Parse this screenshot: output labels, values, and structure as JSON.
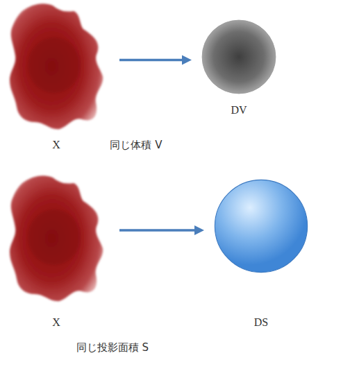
{
  "diagram": {
    "nodes": [
      {
        "text": [
          "X"
        ]
      },
      {
        "text": [
          "DV"
        ]
      },
      {
        "text": [
          "X"
        ]
      },
      {
        "text": [
          "DS"
        ]
      }
    ],
    "edges": [
      {
        "from": 0,
        "to": 1,
        "arrow": "to"
      },
      {
        "from": 2,
        "to": 3,
        "arrow": "to"
      }
    ],
    "labels": [
      "同じ体積 V",
      "同じ投影面積 S"
    ]
  }
}
